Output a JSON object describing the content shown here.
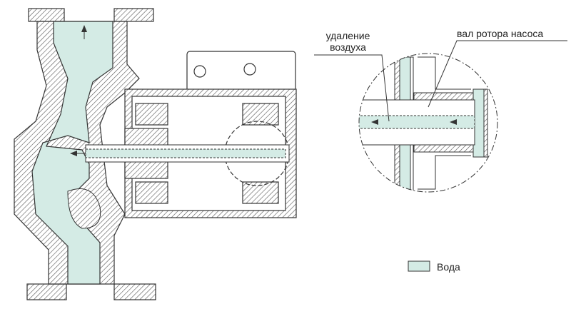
{
  "labels": {
    "air_removal_line1": "удаление",
    "air_removal_line2": "воздуха",
    "rotor_shaft": "вал ротора насоса"
  },
  "legend": {
    "water_label": "Вода",
    "water_color": "#d4ebe5"
  },
  "colors": {
    "line": "#333333",
    "hatch": "#555555"
  }
}
